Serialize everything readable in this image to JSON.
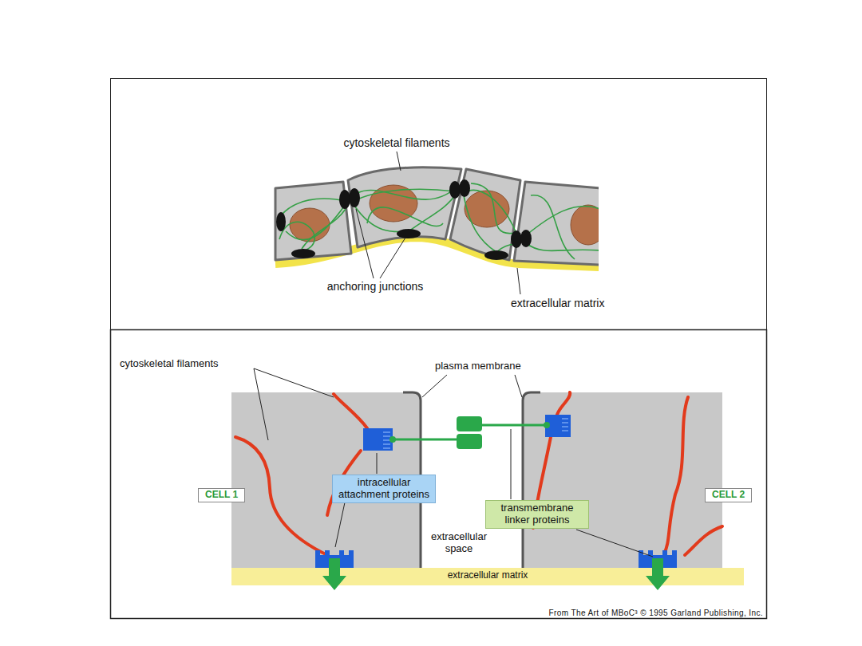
{
  "diagram": {
    "nodes": [
      {
        "text": [
          "intracellular attachment proteins"
        ]
      },
      {
        "text": [
          "CELL 1"
        ]
      },
      {
        "text": [
          "CELL 2"
        ]
      },
      {
        "text": [
          "transmembrane linker proteins"
        ]
      },
      {
        "text": [
          "extracellular matrix"
        ]
      }
    ],
    "labels": [
      "cytoskeletal filaments",
      "anchoring junctions",
      "extracellular matrix",
      "cytoskeletal filaments",
      "plasma membrane",
      "extracellular space",
      "From The Art of MBoC³ © 1995 Garland Publishing, Inc."
    ]
  }
}
